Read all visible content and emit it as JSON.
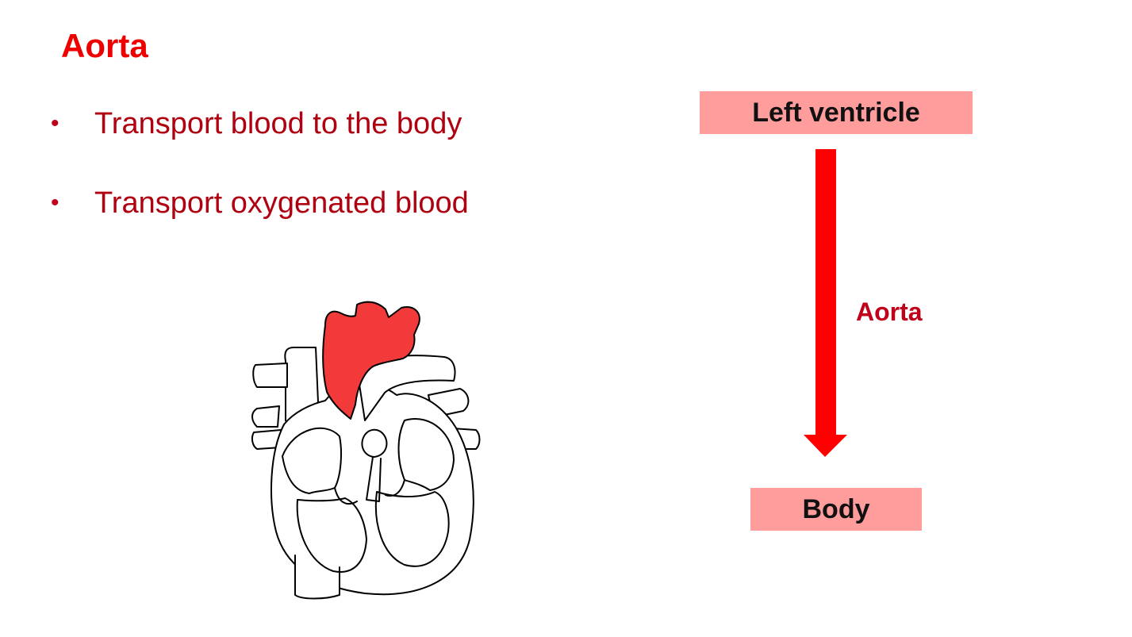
{
  "slide": {
    "title": "Aorta",
    "bullets": [
      "Transport blood to the body",
      "Transport oxygenated blood"
    ]
  },
  "flow": {
    "from": "Left ventricle",
    "vessel": "Aorta",
    "to": "Body"
  },
  "colors": {
    "title": "#ee0000",
    "bullet_text": "#b00010",
    "box_fill": "#ff9c9c",
    "arrow": "#ff0000",
    "aorta_highlight": "#f23a3a"
  }
}
